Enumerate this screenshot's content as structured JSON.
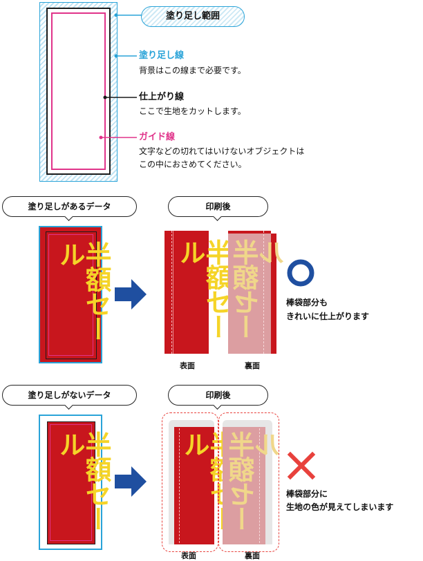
{
  "legend": {
    "bleed_badge": "塗り足し範囲",
    "bleed_line_title": "塗り足し線",
    "bleed_line_desc": "背景はこの線まで必要です。",
    "trim_line_title": "仕上がり線",
    "trim_line_desc": "ここで生地をカットします。",
    "guide_line_title": "ガイド線",
    "guide_line_desc_1": "文字などの切れてはいけないオブジェクトは",
    "guide_line_desc_2": "この中におさめてください。"
  },
  "with_bleed": {
    "data_label": "塗り足しがあるデータ",
    "printed_label": "印刷後",
    "banner_text": "半額セール",
    "front_label": "表面",
    "back_label": "裏面",
    "result_symbol": "○",
    "result_line_1": "棒袋部分も",
    "result_line_2": "きれいに仕上がります"
  },
  "no_bleed": {
    "data_label": "塗り足しがないデータ",
    "printed_label": "印刷後",
    "banner_text": "半額セール",
    "front_label": "表面",
    "back_label": "裏面",
    "result_symbol": "×",
    "result_line_1": "棒袋部分に",
    "result_line_2": "生地の色が見えてしまいます"
  },
  "colors": {
    "bleed": "#29a3d8",
    "guide": "#e0338a",
    "banner_red": "#c8161d",
    "banner_text": "#f5d428",
    "arrow": "#1f4fa0",
    "ok_circle": "#1f4fa0",
    "ng_cross": "#e8413c"
  }
}
